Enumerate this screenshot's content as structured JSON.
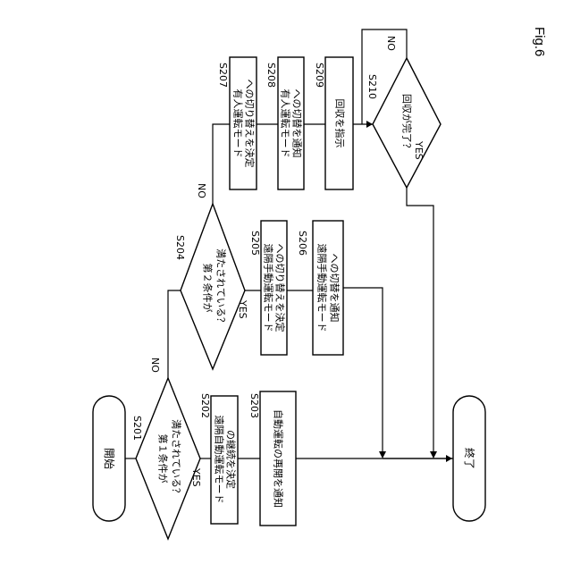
{
  "figure_label": "Fig.6",
  "terminals": {
    "start": "開始",
    "end": "終了"
  },
  "steps": {
    "s201": {
      "id": "S201",
      "lines": [
        "第１条件が",
        "満たされている？"
      ]
    },
    "s202": {
      "id": "S202",
      "lines": [
        "遠隔自動運転モード",
        "の継続を決定"
      ]
    },
    "s203": {
      "id": "S203",
      "lines": [
        "自動運転の再開を通知"
      ]
    },
    "s204": {
      "id": "S204",
      "lines": [
        "第２条件が",
        "満たされている？"
      ]
    },
    "s205": {
      "id": "S205",
      "lines": [
        "遠隔手動運転モード",
        "への切り替えを決定"
      ]
    },
    "s206": {
      "id": "S206",
      "lines": [
        "遠隔手動運転モード",
        "への切替を通知"
      ]
    },
    "s207": {
      "id": "S207",
      "lines": [
        "有人運転モード",
        "への切り替えを決定"
      ]
    },
    "s208": {
      "id": "S208",
      "lines": [
        "有人運転モード",
        "への切替を通知"
      ]
    },
    "s209": {
      "id": "S209",
      "lines": [
        "回収を指示"
      ]
    },
    "s210": {
      "id": "S210",
      "lines": [
        "回収が完了？"
      ]
    }
  },
  "branch_labels": {
    "s201_yes": "YES",
    "s201_no": "NO",
    "s204_yes": "YES",
    "s204_no": "NO",
    "s210_yes": "YES",
    "s210_no": "NO"
  }
}
